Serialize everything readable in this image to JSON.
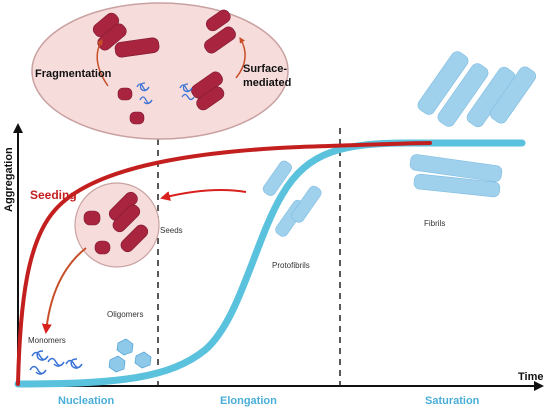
{
  "axes": {
    "y_label": "Aggregation",
    "x_label": "Time"
  },
  "phases": [
    {
      "label": "Nucleation"
    },
    {
      "label": "Elongation"
    },
    {
      "label": "Saturation"
    }
  ],
  "inset": {
    "left_label": "Fragmentation",
    "right_label_line1": "Surface-",
    "right_label_line2": "mediated"
  },
  "labels": {
    "seeding": "Seeding",
    "seeds": "Seeds",
    "monomers": "Monomers",
    "oligomers": "Oligomers",
    "protofibrils": "Protofibrils",
    "fibrils": "Fibrils"
  },
  "colors": {
    "seeded_curve": "#c41f1f",
    "unseeded_curve": "#5bc2de",
    "phase_text": "#4aaed8",
    "seed_aggregate": "#a8243f",
    "fibril": "#9fd0ec",
    "inset_fill": "#f7dcdc",
    "inset_stroke": "#c9a1a1"
  }
}
